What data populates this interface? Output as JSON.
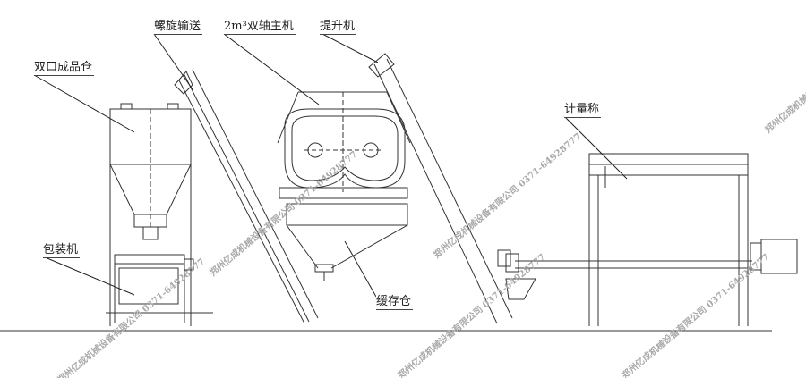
{
  "labels": {
    "screw_conveyor": "螺旋输送",
    "finished_bin": "双口成品仓",
    "main_mixer": "2m³双轴主机",
    "elevator": "提升机",
    "weighing_scale": "计量称",
    "packing_machine": "包装机",
    "buffer_bin": "缓存仓"
  },
  "watermark": {
    "company": "郑州亿成机械设备有限公司",
    "phone": "0371-64928777"
  },
  "colors": {
    "line": "#333333",
    "watermark": "#aaaaaa"
  }
}
